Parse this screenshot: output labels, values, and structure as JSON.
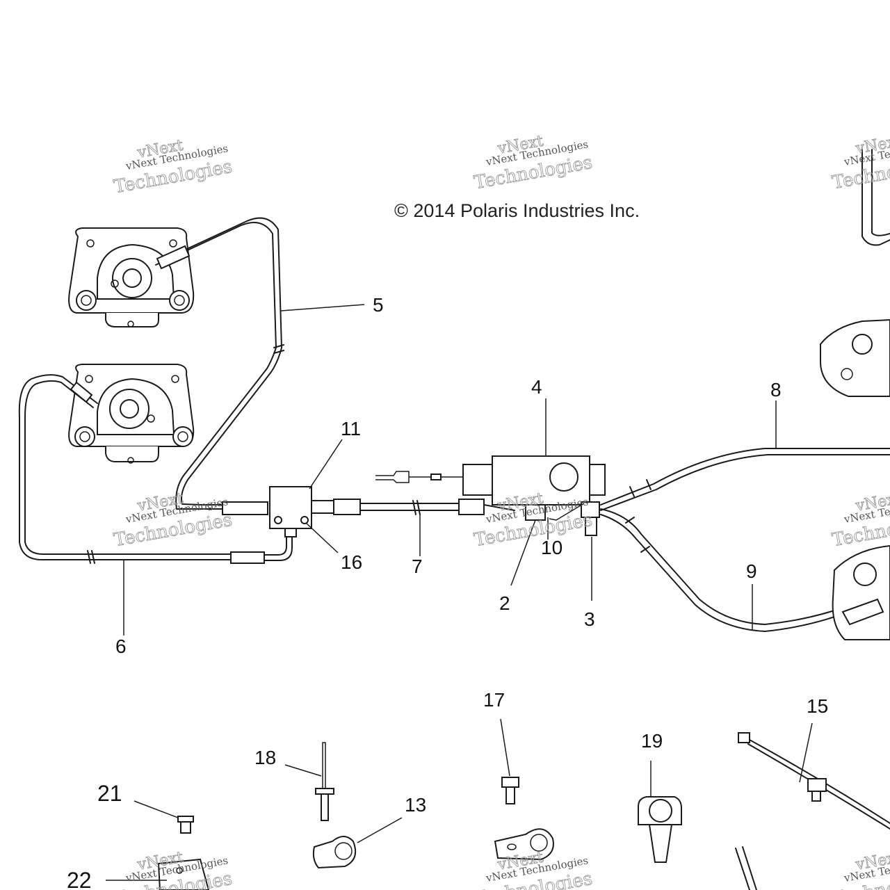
{
  "copyright": "© 2014 Polaris Industries Inc.",
  "watermark": {
    "line1": "vNext Technologies",
    "outline_a": "vNext",
    "outline_b": "Technologies"
  },
  "callouts": [
    "5",
    "4",
    "8",
    "11",
    "16",
    "7",
    "10",
    "2",
    "3",
    "9",
    "6",
    "17",
    "15",
    "18",
    "19",
    "13",
    "21",
    "22"
  ]
}
